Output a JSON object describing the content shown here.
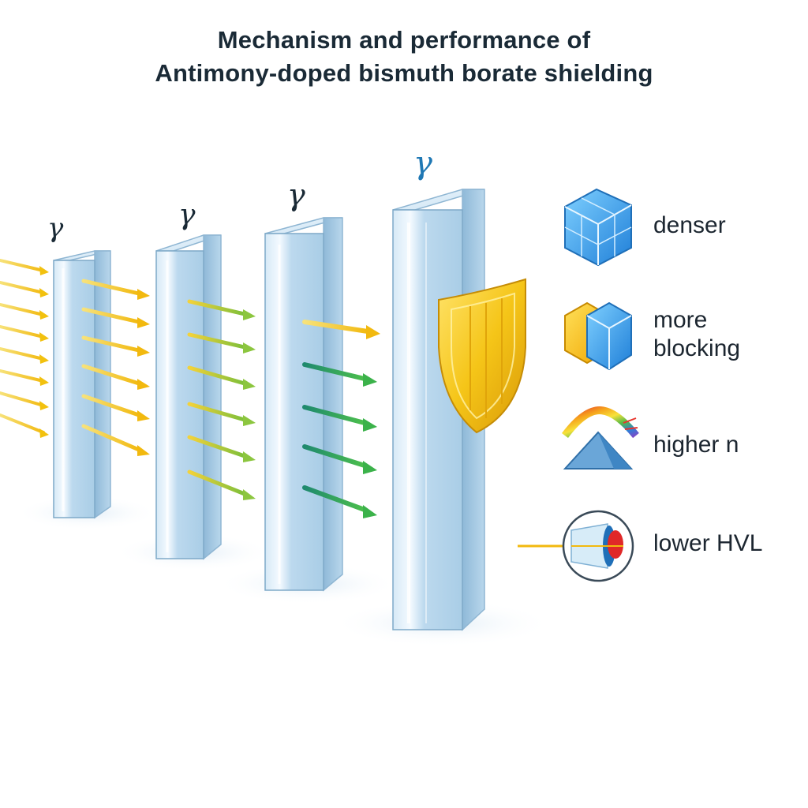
{
  "title": {
    "line1": "Mechanism and performance of",
    "line2": "Antimony-doped bismuth borate shielding"
  },
  "gamma_symbol": "γ",
  "legend": [
    {
      "icon": "dense-cube-icon",
      "label": "denser"
    },
    {
      "icon": "blocking-cube-icon",
      "label_line1": "more",
      "label_line2": "blocking"
    },
    {
      "icon": "prism-rainbow-icon",
      "label": "higher n"
    },
    {
      "icon": "attenuation-lens-icon",
      "label": "lower HVL"
    }
  ],
  "colors": {
    "title_text": "#1a2a36",
    "gamma_blue": "#1f78b4",
    "ray_yellow": "#f2c314",
    "ray_green": "#3aa655",
    "glass": "#bfdcef",
    "shield_gold": "#f2c21a"
  }
}
